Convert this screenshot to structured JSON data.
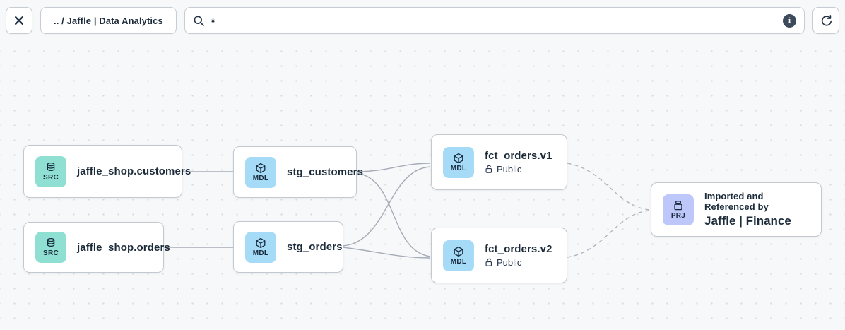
{
  "toolbar": {
    "close_icon": "close",
    "breadcrumb": ".. / Jaffle | Data Analytics",
    "search_value": "*",
    "info_glyph": "i",
    "refresh_icon": "refresh"
  },
  "colors": {
    "src_badge": "#8fe0d2",
    "mdl_badge": "#a6dbf7",
    "prj_badge": "#bdc7fa",
    "text": "#1c2b3a",
    "edge": "#a5acb8",
    "canvas_bg": "#f7f8f9"
  },
  "graph": {
    "nodes": [
      {
        "type": "source",
        "badge": "SRC",
        "title": "jaffle_shop.customers"
      },
      {
        "type": "source",
        "badge": "SRC",
        "title": "jaffle_shop.orders"
      },
      {
        "type": "model",
        "badge": "MDL",
        "title": "stg_customers"
      },
      {
        "type": "model",
        "badge": "MDL",
        "title": "stg_orders"
      },
      {
        "type": "model",
        "badge": "MDL",
        "title": "fct_orders.v1",
        "access": "Public"
      },
      {
        "type": "model",
        "badge": "MDL",
        "title": "fct_orders.v2",
        "access": "Public"
      },
      {
        "type": "project",
        "badge": "PRJ",
        "subtitle": "Imported and Referenced by",
        "title": "Jaffle | Finance"
      }
    ],
    "edges": [
      {
        "from": "jaffle_shop.customers",
        "to": "stg_customers",
        "style": "solid"
      },
      {
        "from": "jaffle_shop.orders",
        "to": "stg_orders",
        "style": "solid"
      },
      {
        "from": "stg_customers",
        "to": "fct_orders.v1",
        "style": "solid"
      },
      {
        "from": "stg_customers",
        "to": "fct_orders.v2",
        "style": "solid"
      },
      {
        "from": "stg_orders",
        "to": "fct_orders.v1",
        "style": "solid"
      },
      {
        "from": "stg_orders",
        "to": "fct_orders.v2",
        "style": "solid"
      },
      {
        "from": "fct_orders.v1",
        "to": "Jaffle | Finance",
        "style": "dashed"
      },
      {
        "from": "fct_orders.v2",
        "to": "Jaffle | Finance",
        "style": "dashed"
      }
    ]
  }
}
